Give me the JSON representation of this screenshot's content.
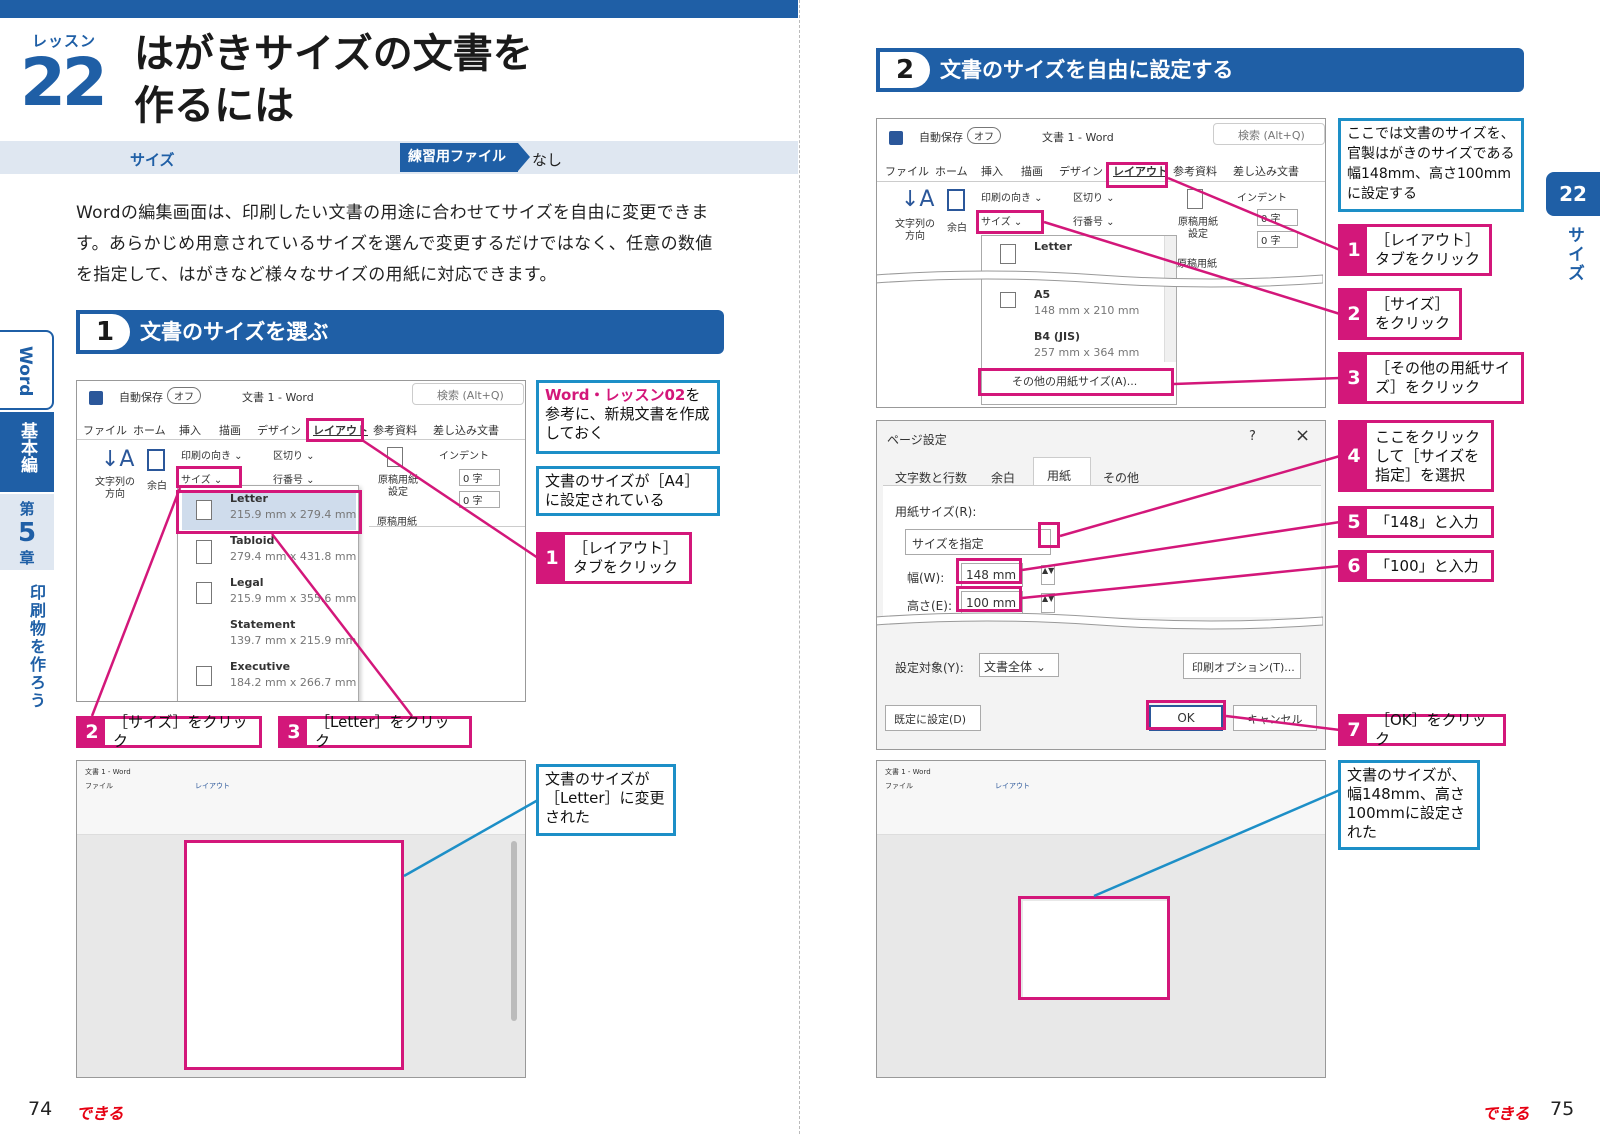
{
  "left": {
    "lesson_label": "レッスン",
    "lesson_number": "22",
    "title_line1": "はがきサイズの文書を",
    "title_line2": "作るには",
    "info_keyword": "サイズ",
    "info_tag": "練習用ファイル",
    "info_value": "なし",
    "intro": "Wordの編集画面は、印刷したい文書の用途に合わせてサイズを自由に変更できます。あらかじめ用意されているサイズを選んで変更するだけではなく、任意の数値を指定して、はがきなど様々なサイズの用紙に対応できます。",
    "section1_num": "1",
    "section1_title": "文書のサイズを選ぶ",
    "side_word": "Word",
    "side_kihon": "基本編",
    "side_chapter_pre": "第",
    "side_chapter_num": "5",
    "side_chapter_post": "章",
    "side_chapter_title": "印刷物を作ろう",
    "note1_red": "Word・レッスン02",
    "note1_rest": "を参考に、新規文書を作成しておく",
    "note2": "文書のサイズが［A4］に設定されている",
    "step1_num": "1",
    "step1_text": "［レイアウト］タブをクリック",
    "step2_num": "2",
    "step2_text": "［サイズ］をクリック",
    "step3_num": "3",
    "step3_text": "［Letter］をクリック",
    "note3": "文書のサイズが［Letter］に変更された",
    "page_number": "74",
    "brand": "できる"
  },
  "right": {
    "section2_num": "2",
    "section2_title": "文書のサイズを自由に設定する",
    "side_num": "22",
    "side_text": "サイズ",
    "note1": "ここでは文書のサイズを、官製はがきのサイズである幅148mm、高さ100mmに設定する",
    "step1_num": "1",
    "step1_text": "［レイアウト］タブをクリック",
    "step2_num": "2",
    "step2_text": "［サイズ］をクリック",
    "step3_num": "3",
    "step3_text": "［その他の用紙サイズ］をクリック",
    "step4_num": "4",
    "step4_text": "ここをクリックして［サイズを指定］を選択",
    "step5_num": "5",
    "step5_text": "「148」と入力",
    "step6_num": "6",
    "step6_text": "「100」と入力",
    "step7_num": "7",
    "step7_text": "［OK］をクリック",
    "note2": "文書のサイズが、幅148mm、高さ100mmに設定された",
    "page_number": "75",
    "brand": "できる"
  },
  "word": {
    "autosave": "自動保存",
    "off": "オフ",
    "doc_title": "文書 1 - Word",
    "search": "検索 (Alt+Q)",
    "tabs": [
      "ファイル",
      "ホーム",
      "挿入",
      "描画",
      "デザイン",
      "レイアウト",
      "参考資料",
      "差し込み文書"
    ],
    "text_dir": "文字列の方向",
    "margin": "余白",
    "orientation": "印刷の向き",
    "size": "サイズ",
    "breaks": "区切り",
    "line_num": "行番号",
    "genko": "原稿用紙設定",
    "genko_grp": "原稿用紙",
    "indent": "インデント",
    "indent_val": "0 字",
    "sizes": [
      {
        "name": "Letter",
        "dim": "215.9 mm x 279.4 mm"
      },
      {
        "name": "Tabloid",
        "dim": "279.4 mm x 431.8 mm"
      },
      {
        "name": "Legal",
        "dim": "215.9 mm x 355.6 mm"
      },
      {
        "name": "Statement",
        "dim": "139.7 mm x 215.9 mm"
      },
      {
        "name": "Executive",
        "dim": "184.2 mm x 266.7 mm"
      }
    ],
    "a5_name": "A5",
    "a5_dim": "148 mm x 210 mm",
    "b4_name": "B4 (JIS)",
    "b4_dim": "257 mm x 364 mm",
    "more_sizes": "その他の用紙サイズ(A)..."
  },
  "dialog": {
    "title": "ページ設定",
    "help": "?",
    "close": "×",
    "tabs": [
      "文字数と行数",
      "余白",
      "用紙",
      "その他"
    ],
    "paper_size_label": "用紙サイズ(R):",
    "paper_size_value": "サイズを指定",
    "width_label": "幅(W):",
    "width_value": "148 mm",
    "height_label": "高さ(E):",
    "height_value": "100 mm",
    "apply_label": "設定対象(Y):",
    "apply_value": "文書全体",
    "print_options": "印刷オプション(T)...",
    "default_btn": "既定に設定(D)",
    "ok": "OK",
    "cancel": "キャンセル"
  }
}
